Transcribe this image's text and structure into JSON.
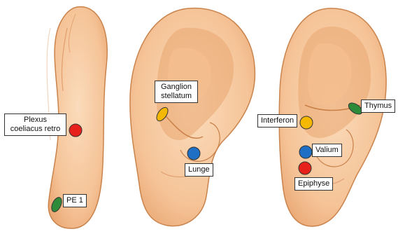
{
  "points": [
    {
      "id": "plexus",
      "lines": [
        "Plexus",
        "coeliacus retro"
      ],
      "color": "#e8201c"
    },
    {
      "id": "pe1",
      "lines": [
        "PE 1"
      ],
      "color": "#2e8b3a"
    },
    {
      "id": "ganglion",
      "lines": [
        "Ganglion",
        "stellatum"
      ],
      "color": "#f5b800"
    },
    {
      "id": "lunge",
      "lines": [
        "Lunge"
      ],
      "color": "#1f6fc4"
    },
    {
      "id": "interferon",
      "lines": [
        "Interferon"
      ],
      "color": "#f5b800"
    },
    {
      "id": "thymus",
      "lines": [
        "Thymus"
      ],
      "color": "#2e8b3a"
    },
    {
      "id": "valium",
      "lines": [
        "Valium"
      ],
      "color": "#1f6fc4"
    },
    {
      "id": "epiphyse",
      "lines": [
        "Epiphyse"
      ],
      "color": "#e8201c"
    }
  ],
  "colors": {
    "skin": "#f7c9a0",
    "skin_shade": "#e9a873",
    "skin_dark": "#d98c55",
    "outline": "#c9834c"
  }
}
